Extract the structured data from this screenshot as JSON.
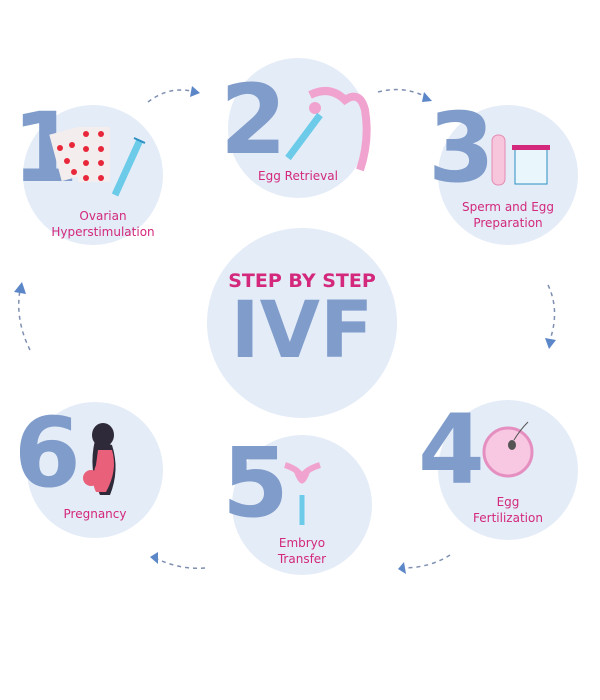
{
  "center": {
    "subtitle": "STEP BY STEP",
    "title": "IVF"
  },
  "steps": [
    {
      "number": "1",
      "label": "Ovarian Hyperstimulation",
      "icon": "pills-syringe-icon"
    },
    {
      "number": "2",
      "label": "Egg Retrieval",
      "icon": "syringe-uterus-icon"
    },
    {
      "number": "3",
      "label": "Sperm and Egg Preparation",
      "icon": "test-tubes-icon"
    },
    {
      "number": "4",
      "label": "Egg Fertilization",
      "icon": "egg-sperm-icon"
    },
    {
      "number": "5",
      "label": "Embryo Transfer",
      "icon": "uterus-syringe-icon"
    },
    {
      "number": "6",
      "label": "Pregnancy",
      "icon": "pregnant-woman-icon"
    }
  ],
  "colors": {
    "circle": "#e4ecf7",
    "number": "#7f9ccb",
    "accent": "#d3287c"
  }
}
